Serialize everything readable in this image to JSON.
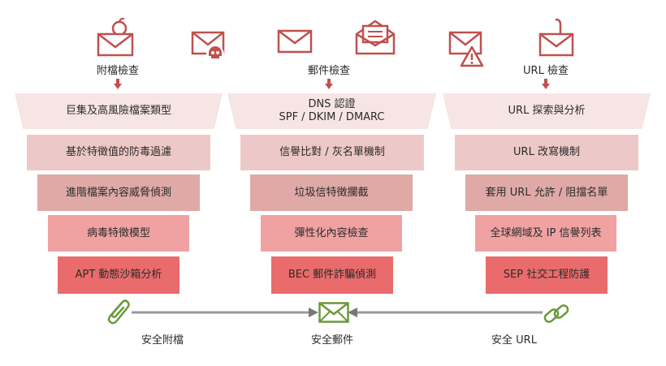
{
  "columns": [
    {
      "header": "附檔檢查",
      "rows": [
        "巨集及高風險檔案類型",
        "基於特徵值的防毒過濾",
        "進階檔案內容威脅偵測",
        "病毒特徵模型",
        "APT 動態沙箱分析"
      ]
    },
    {
      "header": "郵件檢查",
      "rows": [
        "DNS 認證\nSPF / DKIM / DMARC",
        "信譽比對 / 灰名單機制",
        "垃圾信特徵攔截",
        "彈性化內容檢查",
        "BEC 郵件詐騙偵測"
      ]
    },
    {
      "header": "URL 檢查",
      "rows": [
        "URL 探索與分析",
        "URL 改寫機制",
        "套用 URL 允許 / 阻擋名單",
        "全球網域及 IP 信譽列表",
        "SEP 社交工程防護"
      ]
    }
  ],
  "bottom": {
    "left": "安全附檔",
    "center": "安全郵件",
    "right": "安全 URL"
  },
  "colors": {
    "icon": "#c0504d",
    "arrow": "#c0504d",
    "tier0": "#f6e5e3",
    "tier1": "#ecc9c6",
    "tier2": "#dfa9a6",
    "tier3": "#f0a2a2",
    "tier4": "#ea6b6b",
    "safe_icon": "#6a9a3a",
    "connector": "#999999"
  }
}
